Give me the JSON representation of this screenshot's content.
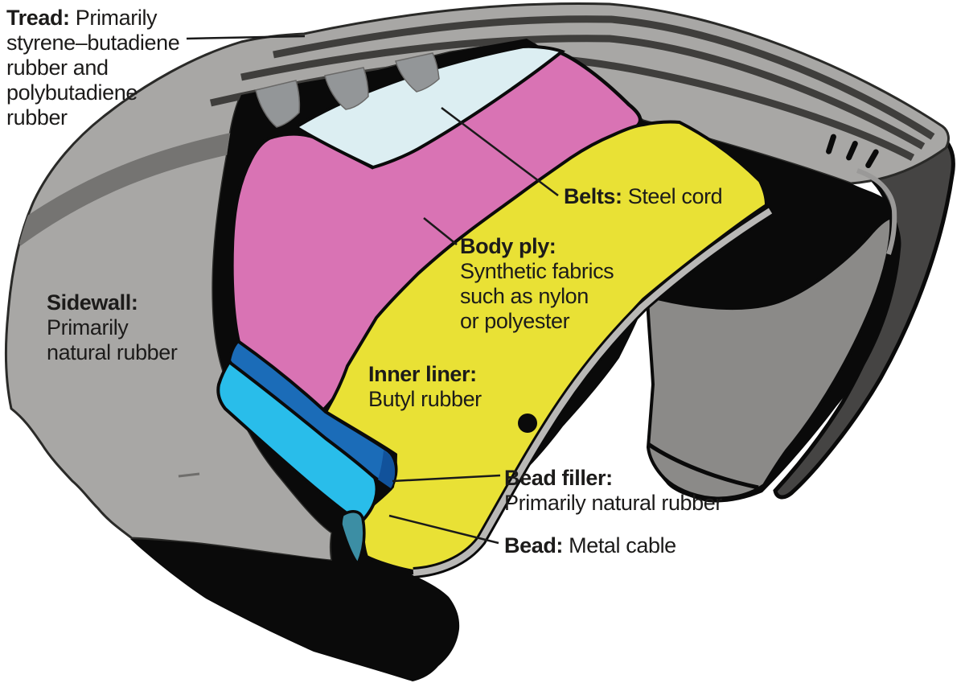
{
  "figure": {
    "type": "cutaway-diagram",
    "subject": "Tire cross-section construction layers"
  },
  "colors": {
    "background": "#ffffff",
    "outline": "#0a0a0a",
    "tread_sidewall_gray": "#a8a7a5",
    "shoulder_band": "#757472",
    "groove_dark": "#3f3e3c",
    "tooth_gray": "#939698",
    "belts": "#dceef2",
    "body_ply": "#d973b4",
    "inner_liner": "#e9e135",
    "bead_filler": "#1b6cb8",
    "bead_filler_end": "#11529b",
    "bead": "#29bdea",
    "bead_cap": "#3c8ea4",
    "rim_edge_strip": "#b9b8b6",
    "inner_wall_gray": "#8b8a88",
    "hook_dark_gray": "#454443",
    "hook_highlight": "#9a9998",
    "leader_line": "#1a1a1a"
  },
  "labels": [
    {
      "id": "tread",
      "head": "Tread:",
      "same_line": " Primarily",
      "lines": [
        "styrene–butadiene",
        "rubber and",
        "polybutadiene",
        "rubber"
      ]
    },
    {
      "id": "sidewall",
      "head": "Sidewall:",
      "same_line": "",
      "lines": [
        "Primarily",
        "natural rubber"
      ]
    },
    {
      "id": "belts",
      "head": "Belts:",
      "same_line": " Steel cord",
      "lines": []
    },
    {
      "id": "bodyply",
      "head": "Body ply:",
      "same_line": "",
      "lines": [
        "Synthetic fabrics",
        "such as nylon",
        "or polyester"
      ]
    },
    {
      "id": "innerliner",
      "head": "Inner liner:",
      "same_line": "",
      "lines": [
        "Butyl rubber"
      ]
    },
    {
      "id": "beadfiller",
      "head": "Bead filler:",
      "same_line": "",
      "lines": [
        "Primarily natural rubber"
      ]
    },
    {
      "id": "bead",
      "head": "Bead:",
      "same_line": " Metal cable",
      "lines": []
    }
  ],
  "layers": [
    {
      "name": "Tread",
      "material": "Primarily styrene–butadiene rubber and polybutadiene rubber",
      "color": "#a8a7a5"
    },
    {
      "name": "Sidewall",
      "material": "Primarily natural rubber",
      "color": "#a8a7a5"
    },
    {
      "name": "Belts",
      "material": "Steel cord",
      "color": "#dceef2"
    },
    {
      "name": "Body ply",
      "material": "Synthetic fabrics such as nylon or polyester",
      "color": "#d973b4"
    },
    {
      "name": "Inner liner",
      "material": "Butyl rubber",
      "color": "#e9e135"
    },
    {
      "name": "Bead filler",
      "material": "Primarily natural rubber",
      "color": "#1b6cb8"
    },
    {
      "name": "Bead",
      "material": "Metal cable",
      "color": "#29bdea"
    }
  ]
}
